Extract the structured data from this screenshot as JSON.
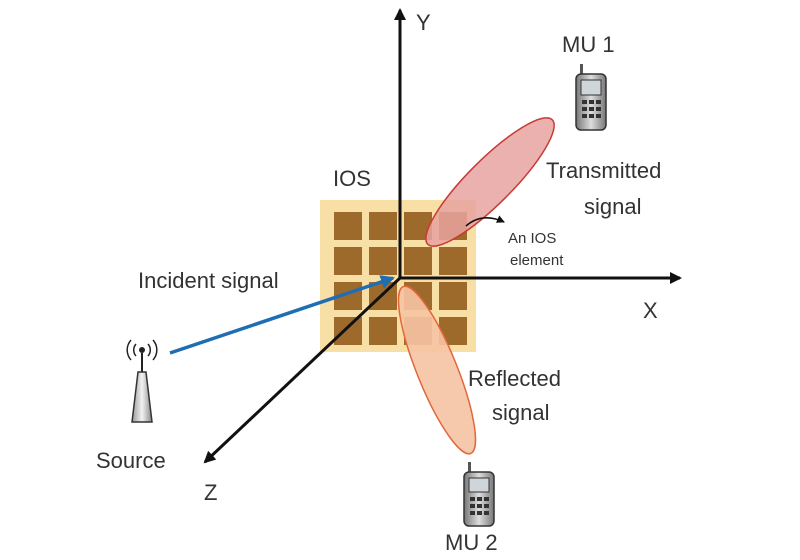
{
  "axes": {
    "x": "X",
    "y": "Y",
    "z": "Z"
  },
  "labels": {
    "ios": "IOS",
    "ios_element": [
      "An IOS",
      "element"
    ],
    "incident": "Incident signal",
    "transmitted": [
      "Transmitted",
      "signal"
    ],
    "reflected": [
      "Reflected",
      "signal"
    ],
    "source": "Source",
    "mu1": "MU 1",
    "mu2": "MU 2"
  },
  "colors": {
    "axis": "#111111",
    "panel": "#f8dfa6",
    "element": "#9e6a2b",
    "incident_arrow": "#1f6db3",
    "transmitted_fill": "#e8a3a0",
    "transmitted_stroke": "#c73a35",
    "reflected_fill": "#f6c3a3",
    "reflected_stroke": "#e0683b"
  },
  "icons": [
    "phone-icon",
    "antenna-icon"
  ]
}
